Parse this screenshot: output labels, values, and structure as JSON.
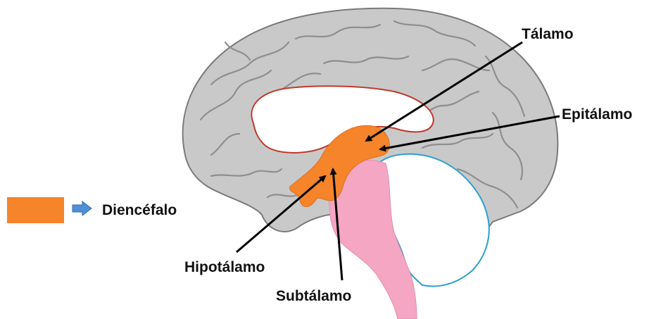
{
  "colors": {
    "diencephalon": "#F5842A",
    "brainstem": "#F4A6C3",
    "cortex": "#C9C9C9",
    "cortex_dark": "#8E8E8E",
    "corpus_callosum_outline": "#C0392B",
    "cerebellum_outline": "#2B9FD0",
    "legend_arrow": "#4F8FD6"
  },
  "labels": {
    "talamo": "Tálamo",
    "epitalamo": "Epitálamo",
    "hipotalamo": "Hipotálamo",
    "subtalamo": "Subtálamo"
  },
  "legend": {
    "swatch_icon": "orange-swatch",
    "arrow_icon": "right-arrow-icon",
    "text": "Diencéfalo"
  }
}
